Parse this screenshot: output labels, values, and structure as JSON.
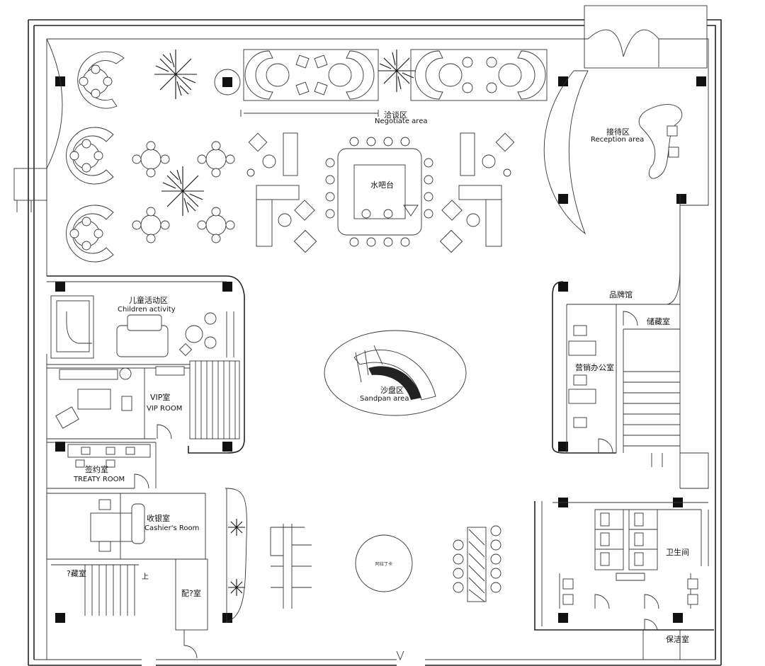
{
  "plan": {
    "labels": {
      "negotiate_cn": "洽谈区",
      "negotiate_en": "Negotiate area",
      "reception_cn": "接待区",
      "reception_en": "Reception area",
      "waterbar": "水吧台",
      "children_cn": "儿童活动区",
      "children_en": "Children activity",
      "vip_cn": "VIP室",
      "vip_en": "VIP ROOM",
      "treaty_cn": "签约室",
      "treaty_en": "TREATY ROOM",
      "cashier_cn": "收银室",
      "cashier_en": "Cashier's Room",
      "storage_left": "?藏室",
      "power_room": "配?室",
      "sandpan_cn": "沙盘区",
      "sandpan_en": "Sandpan area",
      "brand": "品牌馆",
      "storage_right": "储藏室",
      "sales_office": "营销办公室",
      "toilet": "卫生间",
      "cleaning": "保洁室",
      "stair_up": "上",
      "bay_mark": "阿拉丁卡"
    }
  }
}
